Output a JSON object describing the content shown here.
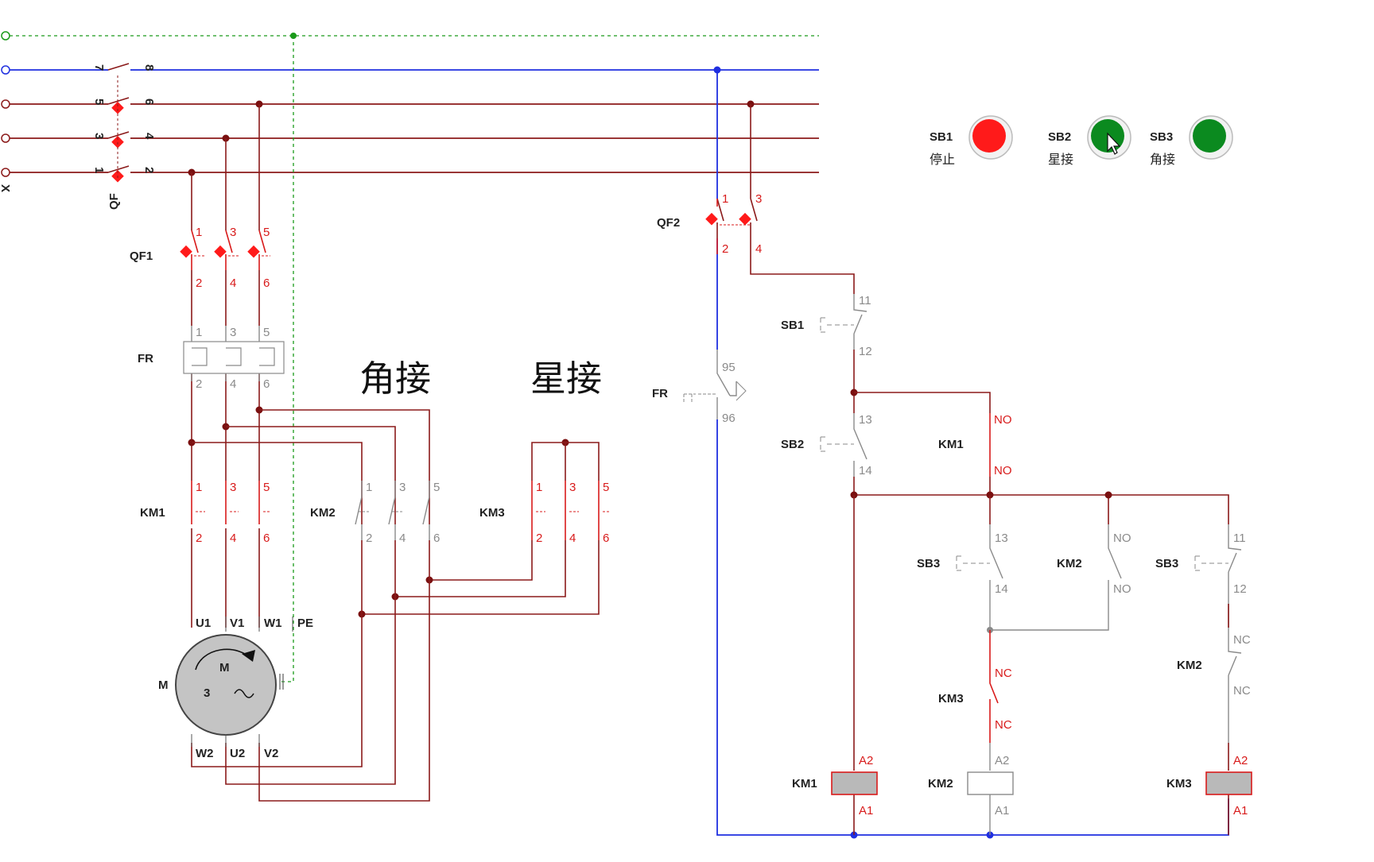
{
  "buttons": {
    "sb1": {
      "label": "SB1",
      "caption": "停止",
      "color": "#ff1a1a"
    },
    "sb2": {
      "label": "SB2",
      "caption": "星接",
      "color": "#0b8a1f"
    },
    "sb3": {
      "label": "SB3",
      "caption": "角接",
      "color": "#0b8a1f"
    }
  },
  "titles": {
    "delta": "角接",
    "star": "星接"
  },
  "labels": {
    "qf": "QF",
    "qf1": "QF1",
    "fr": "FR",
    "km1": "KM1",
    "km2": "KM2",
    "km3": "KM3",
    "m": "M",
    "qf2": "QF2",
    "sb1": "SB1",
    "sb2": "SB2",
    "sb3": "SB3",
    "x": "X",
    "u1": "U1",
    "v1": "V1",
    "w1": "W1",
    "pe": "PE",
    "w2": "W2",
    "u2": "U2",
    "v2": "V2",
    "motor_m": "M",
    "motor_3": "3",
    "motor_tilde": "~"
  },
  "terminals": {
    "qf_top": [
      "7",
      "5",
      "3",
      "1"
    ],
    "qf_bot": [
      "8",
      "6",
      "4",
      "2"
    ],
    "odd": [
      "1",
      "3",
      "5"
    ],
    "even": [
      "2",
      "4",
      "6"
    ],
    "qf2_top": [
      "1",
      "3"
    ],
    "qf2_bot": [
      "2",
      "4"
    ],
    "fr_nc": [
      "95",
      "96"
    ],
    "sb1_pins": [
      "11",
      "12"
    ],
    "sb2_pins": [
      "13",
      "14"
    ],
    "no": "NO",
    "nc": "NC",
    "sb3_no_pins": [
      "13",
      "14"
    ],
    "sb3_nc_pins": [
      "11",
      "12"
    ],
    "coil_pins": [
      "A2",
      "A1"
    ]
  },
  "colors": {
    "blue": "#1f2fe0",
    "brown": "#8b1a1a",
    "red": "#d81b1b",
    "green_dash": "#1a9a1a",
    "gray": "#8a8a8a",
    "coil_on": "#b9b9b9"
  }
}
